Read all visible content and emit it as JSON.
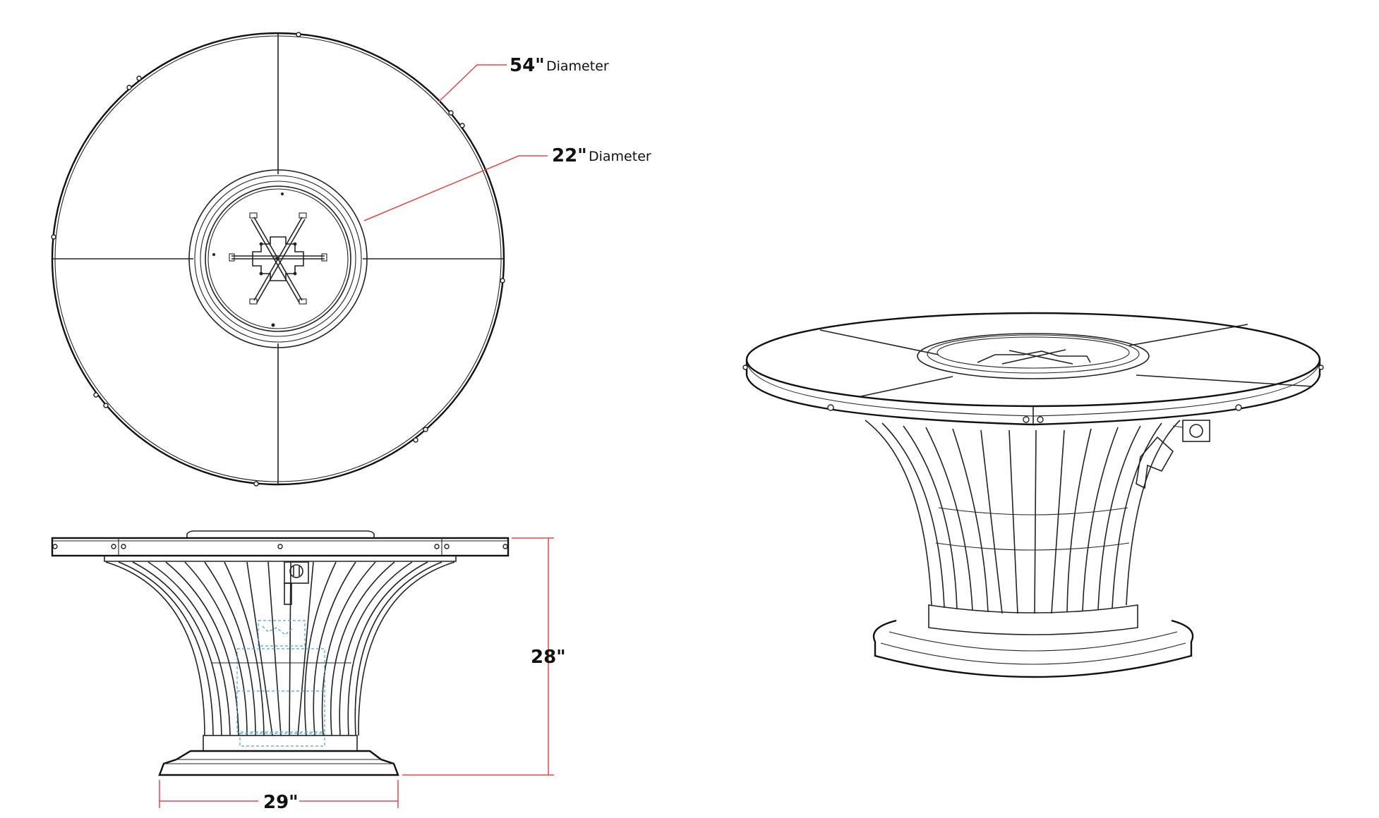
{
  "dimensions": {
    "outer_diameter": {
      "value": "54\"",
      "unit": "Diameter"
    },
    "inner_diameter": {
      "value": "22\"",
      "unit": "Diameter"
    },
    "height": {
      "value": "28\""
    },
    "base_width": {
      "value": "29\""
    }
  },
  "colors": {
    "line": "#222222",
    "dimension_line": "#e04848",
    "hidden_line": "#4aa3d8",
    "background": "#ffffff"
  }
}
